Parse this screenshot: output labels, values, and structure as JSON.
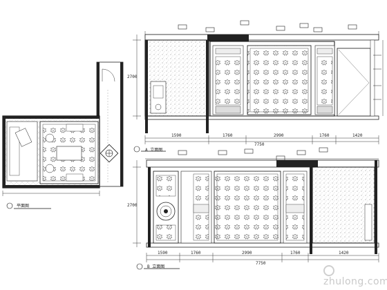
{
  "drawing": {
    "elevation_top": {
      "label": "A  立面图"
    },
    "elevation_bottom": {
      "label": "B  立面图"
    },
    "plan": {
      "label": "平面图"
    },
    "dimensions_top": [
      "1590",
      "1760",
      "2990",
      "1760",
      "1420"
    ],
    "dimensions_bottom": [
      "1590",
      "1760",
      "2990",
      "1760",
      "1420"
    ],
    "total_top": "7750",
    "total_bottom": "7750",
    "height_dims": [
      "2700",
      "2700"
    ],
    "watermark": "zhulong.com"
  }
}
